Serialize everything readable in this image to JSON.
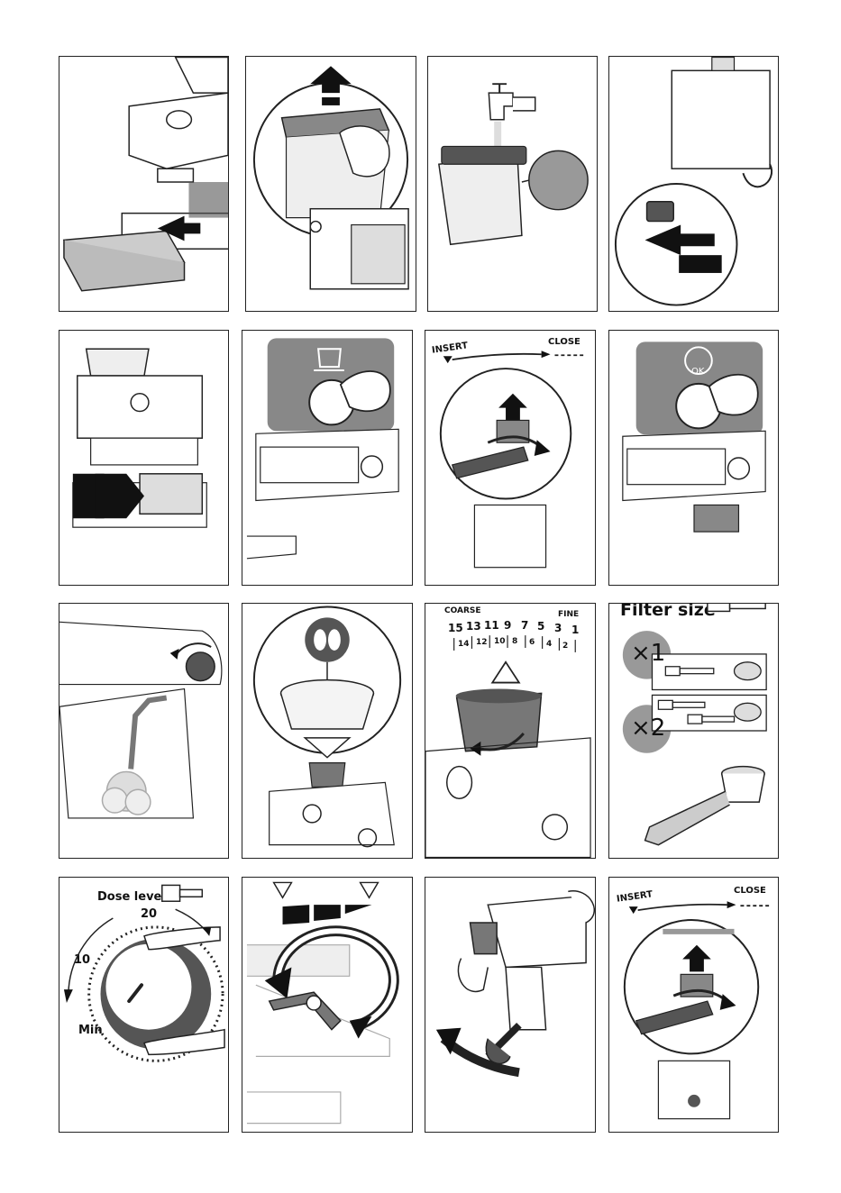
{
  "labels": {
    "insert": "INSERT",
    "close": "CLOSE",
    "ok": "OK",
    "coarse": "COARSE",
    "fine": "FINE",
    "filter_size": "Filter size",
    "x1": "×1",
    "x2": "×2",
    "dose_level": "Dose level",
    "dose_20": "20",
    "dose_10": "10",
    "dose_min": "Min"
  },
  "grind_scale": {
    "top": [
      "15",
      "13",
      "11",
      "9",
      "7",
      "5",
      "3",
      "1"
    ],
    "bottom": [
      "14",
      "12",
      "10",
      "8",
      "6",
      "4",
      "2"
    ]
  },
  "icons": [
    "drip-tray-icon",
    "water-tank-icon",
    "tap-icon",
    "power-button-icon",
    "cup-icon",
    "hand-press-icon",
    "portafilter-icon",
    "steam-knob-icon",
    "coffee-bean-icon",
    "grinder-dial-icon",
    "filter-basket-icon",
    "dose-dial-icon",
    "lever-arrow-icon"
  ]
}
